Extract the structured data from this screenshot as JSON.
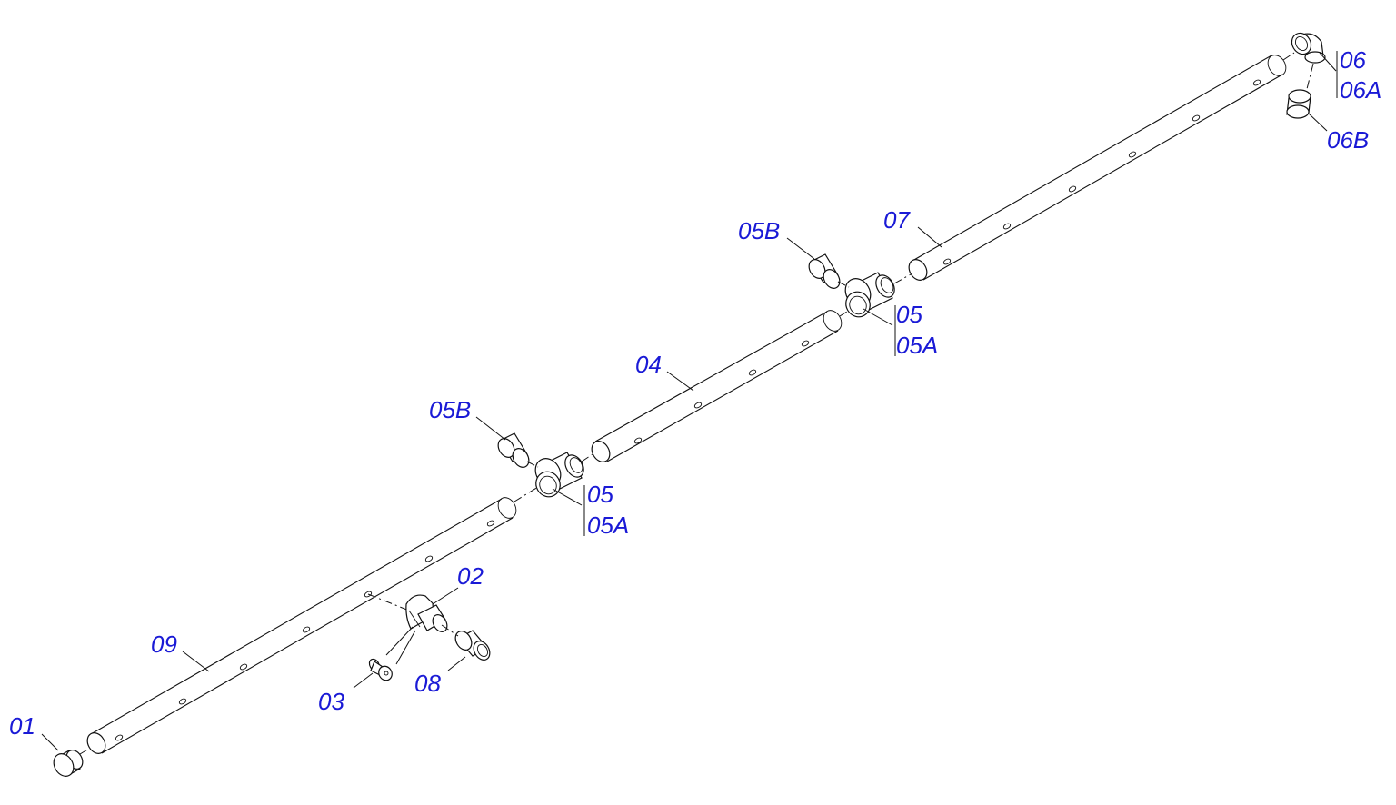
{
  "labels": {
    "p01": "01",
    "p02": "02",
    "p03": "03",
    "p04": "04",
    "p05_a": "05",
    "p05A_a": "05A",
    "p05B_a": "05B",
    "p05_b": "05",
    "p05A_b": "05A",
    "p05B_b": "05B",
    "p06": "06",
    "p06A": "06A",
    "p06B": "06B",
    "p07": "07",
    "p08": "08",
    "p09": "09"
  },
  "colors": {
    "label": "#1a1ad6",
    "line": "#111111",
    "background": "#ffffff"
  }
}
